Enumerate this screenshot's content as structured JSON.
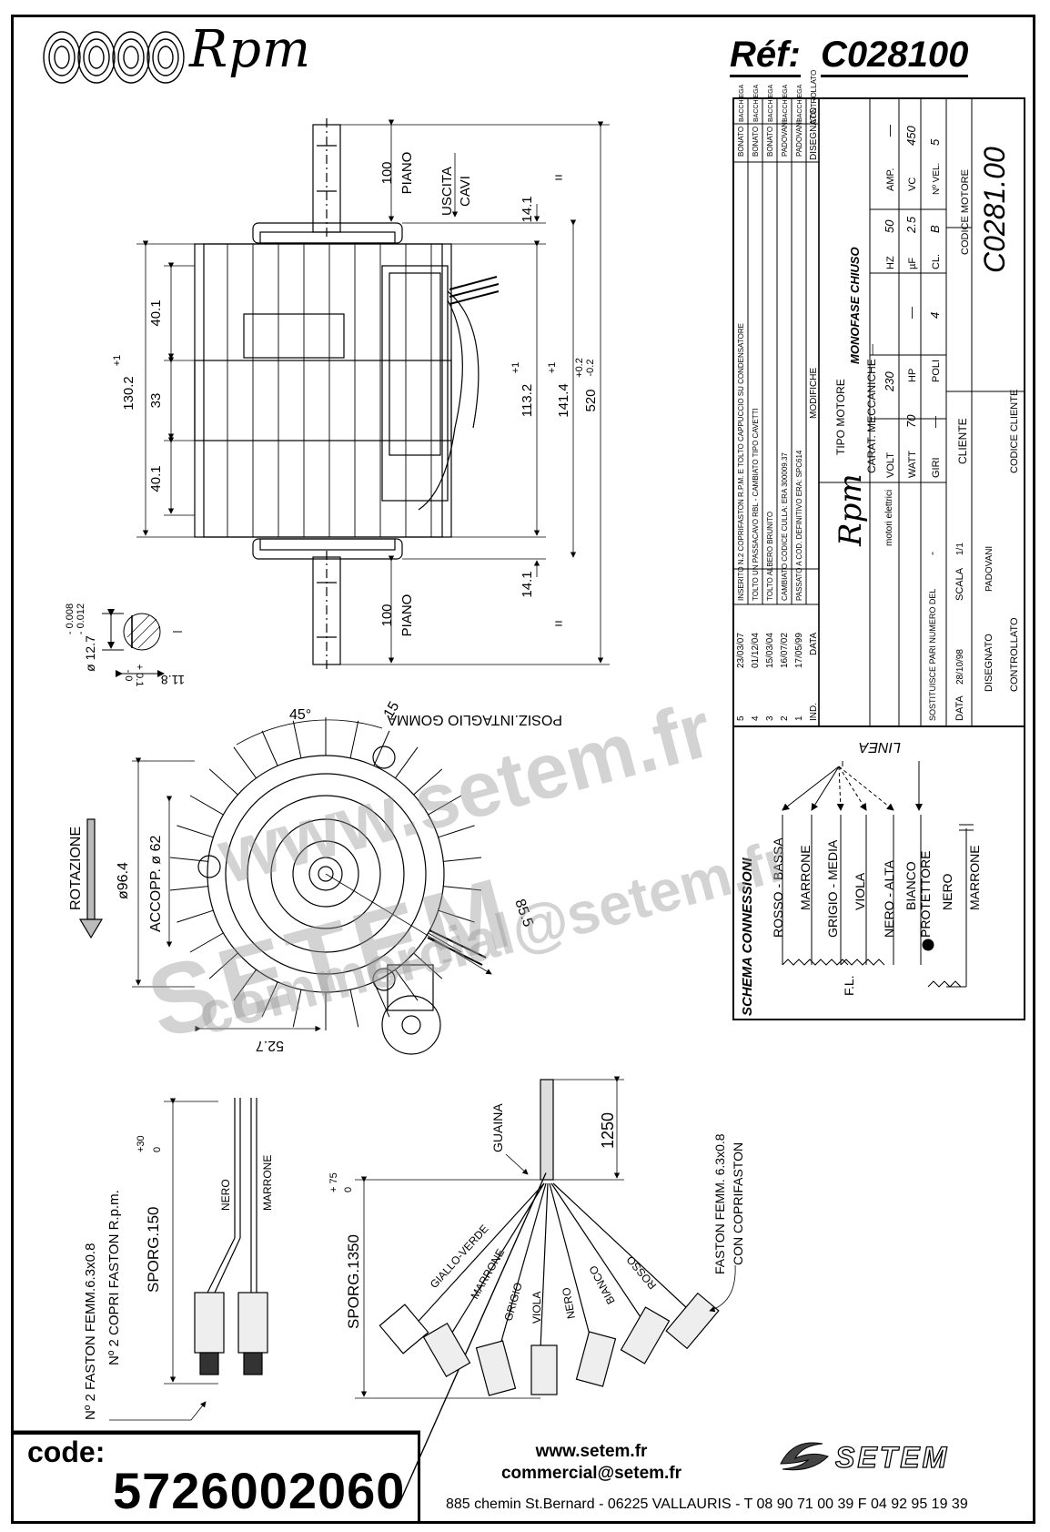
{
  "header": {
    "brand": "Rpm",
    "ref_label": "Réf:",
    "ref_value": "C028100"
  },
  "side_view": {
    "shaft_top": [
      "100",
      "PIANO"
    ],
    "cable_exit": [
      "USCITA",
      "CAVI"
    ],
    "dim_14_top": "14.1",
    "dim_14_bottom": "14.1",
    "dim_40_top": "40.1",
    "dim_33": "33",
    "dim_40_bottom": "40.1",
    "dim_130": "130.2",
    "dim_130_tol": "+1",
    "dim_113": "113.2",
    "dim_113_tol": "+1",
    "dim_141": "141.4",
    "dim_141_tol": "+1",
    "dim_520": "520",
    "dim_520_tol_up": "+0.2",
    "dim_520_tol_low": "-0.2",
    "equal_sign": "=",
    "shaft_bottom": [
      "100",
      "PIANO"
    ]
  },
  "shaft_section": {
    "diameter": "ø 12.7",
    "tol_up": "- 0.008",
    "tol_low": "- 0.012",
    "flat": "11.8",
    "flat_tol": [
      "+ 0.1",
      "- 0"
    ]
  },
  "front_view": {
    "angle": "45°",
    "rubber_note": "POSIZ.INTAGLIO GOMMA",
    "dim_15": "15",
    "rotation": "ROTAZIONE",
    "accopp": "ACCOPP.  ø 62",
    "d96": "ø96.4",
    "dim_85": "85.5",
    "dim_52": "52.7"
  },
  "title_block": {
    "rev_headers": [
      "IND.",
      "DATA",
      "MODIFICHE",
      "DISEGNATO",
      "CONTROLLATO"
    ],
    "revisions": [
      {
        "ind": "5",
        "date": "23/03/07",
        "text": "INSERITO N.2 COPRIFASTON R.P.M. E TOLTO CAPPUCCIO SU CONDENSATORE",
        "drawn": "BONATO",
        "checked": "BACCHIEGA"
      },
      {
        "ind": "4",
        "date": "01/12/04",
        "text": "TOLTO UN PASSACAVO RBL - CAMBIATO TIPO CAVETTI",
        "drawn": "BONATO",
        "checked": "BACCHIEGA"
      },
      {
        "ind": "3",
        "date": "15/03/04",
        "text": "TOLTO ALBERO BRUNITO",
        "drawn": "BONATO",
        "checked": "BACCHIEGA"
      },
      {
        "ind": "2",
        "date": "16/07/02",
        "text": "CAMBIATO CODICE CULLA: ERA 300009.37",
        "drawn": "PADOVANI",
        "checked": "BACCHIEGA"
      },
      {
        "ind": "1",
        "date": "17/05/99",
        "text": "PASSATO A COD. DEFINITIVO ERA: SPC614",
        "drawn": "PADOVANI",
        "checked": "BACCHIEGA"
      }
    ],
    "tipo_motore_label": "TIPO MOTORE",
    "tipo_motore": "MONOFASE CHIUSO",
    "carat_label": "CARAT. MECCANICHE",
    "carat_value": "—",
    "rpm_logo": "Rpm",
    "rpm_sub": "motori elettrici",
    "volt_label": "VOLT",
    "volt": "230",
    "hz_label": "HZ",
    "hz": "50",
    "amp_label": "AMP.",
    "amp": "—",
    "watt_label": "WATT",
    "watt": "70",
    "hp_label": "HP",
    "hp": "—",
    "uf_label": "µF",
    "uf": "2.5",
    "vc_label": "VC",
    "vc": "450",
    "giri_label": "GIRI",
    "giri": "—",
    "poli_label": "POLI",
    "poli": "4",
    "cl_label": "CL.",
    "cl": "B",
    "nvel_label": "Nº VEL.",
    "nvel": "5",
    "sostituisce_label": "SOSTITUISCE PARI NUMERO DEL",
    "sostituisce": "-",
    "data_label": "DATA",
    "data": "28/10/98",
    "scala_label": "SCALA",
    "scala": "1/1",
    "disegnato_label": "DISEGNATO",
    "disegnato": "PADOVANI",
    "controllato_label": "CONTROLLATO",
    "cliente_label": "CLIENTE",
    "codice_cliente_label": "CODICE CLIENTE",
    "codice_motore_label": "CODICE MOTORE",
    "codice_motore": "C0281.00"
  },
  "schema": {
    "title": "SCHEMA CONNESSIONI",
    "linea": "LINEA",
    "fl": "F.L.",
    "wires": [
      "ROSSO - BASSA",
      "MARRONE",
      "GRIGIO - MEDIA",
      "VIOLA",
      "NERO - ALTA",
      "BIANCO",
      "PROTETTORE",
      "NERO",
      "MARRONE"
    ]
  },
  "cap_leads": {
    "labels": [
      "Nº 2 FASTON FEMM.6.3x0.8",
      "Nº 2 COPRI FASTON R.p.m."
    ],
    "sporg": "SPORG.150",
    "sporg_tol": [
      "+30",
      "0"
    ],
    "wires": [
      "NERO",
      "MARRONE"
    ]
  },
  "main_leads": {
    "guaina": "GUAINA",
    "dim_1250": "1250",
    "sporg": "SPORG.1350",
    "sporg_tol": [
      "+ 75",
      "0"
    ],
    "faston": [
      "FASTON FEMM. 6.3x0.8",
      "CON COPRIFASTON"
    ],
    "wires": [
      "GIALLO-VERDE",
      "MARRONE",
      "GRIGIO",
      "VIOLA",
      "NERO",
      "BIANCO",
      "ROSSO"
    ]
  },
  "footer": {
    "code_label": "code:",
    "code_value": "5726002060",
    "website": "www.setem.fr",
    "email": "commercial@setem.fr",
    "address": "885 chemin St.Bernard  -  06225 VALLAURIS  -  T 08 90 71 00 39   F 04 92 95 19 39",
    "brand": "SETEM"
  },
  "watermark": {
    "site": "www.setem.fr",
    "brand": "SETEM",
    "email": "commercial@setem.fr"
  }
}
